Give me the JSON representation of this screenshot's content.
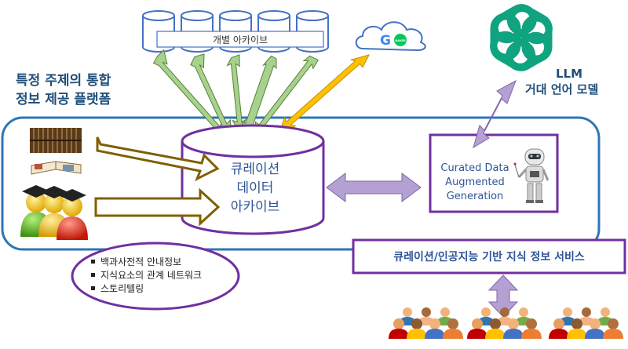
{
  "colors": {
    "platform_border": "#2e75b6",
    "title_text": "#1f4e79",
    "cylinder_stroke": "#4472c4",
    "archive_stroke": "#7030a0",
    "double_arrow_fill": "#b4a0d2",
    "green_arrow_fill": "#a9d18e",
    "orange_arrow_fill": "#ffc000",
    "input_arrow_stroke": "#7f6000",
    "llm_logo": "#10a37f"
  },
  "platform_title": {
    "line1": "특정 주제의 통합",
    "line2": "정보 제공 플랫폼"
  },
  "archives_label": "개별 아카이브",
  "cloud": {
    "logo_letter": "G",
    "badge_text": "NAVER"
  },
  "llm": {
    "line1": "LLM",
    "line2": "거대 언어 모델"
  },
  "curation_archive": {
    "line1": "큐레이션",
    "line2": "데이터",
    "line3": "아카이브"
  },
  "cag": {
    "line1": "Curated Data",
    "line2": "Augmented",
    "line3": "Generation"
  },
  "service_label": "큐레이션/인공지능 기반 지식 정보 서비스",
  "features": [
    "백과사전적 안내정보",
    "지식요소의 관계 네트워크",
    "스토리텔링"
  ],
  "icons": {
    "books": "books-icon",
    "open_book": "open-book-icon",
    "graduates": "graduates-icon",
    "robot": "robot-icon",
    "llm_logo": "openai-logo-icon",
    "cloud": "cloud-icon",
    "users": "user-group-icon"
  }
}
